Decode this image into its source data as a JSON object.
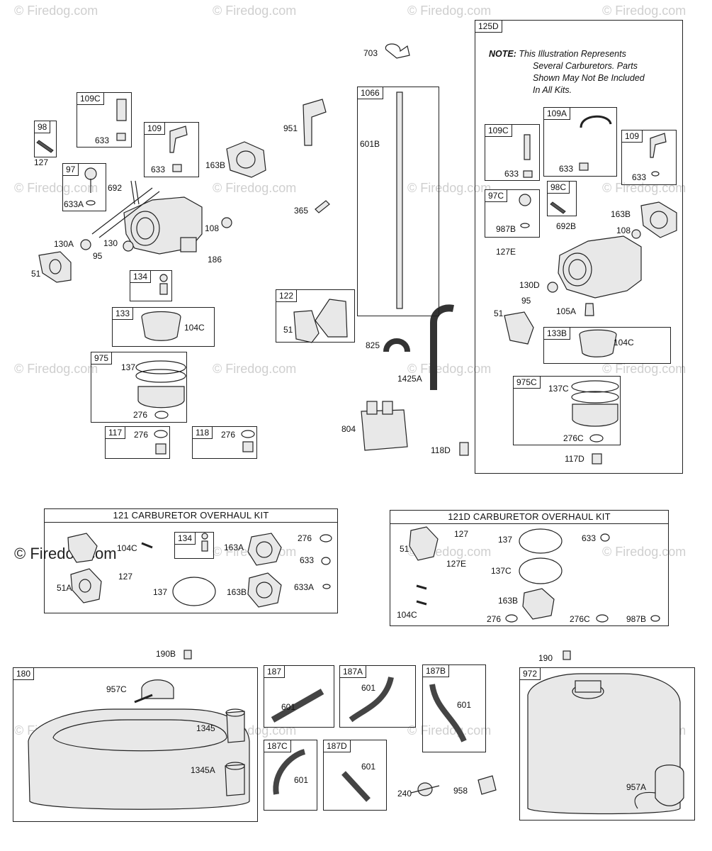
{
  "watermark": {
    "text": "© Firedog.com"
  },
  "note": {
    "prefix": "NOTE:",
    "line1": "This Illustration Represents",
    "line2": "Several Carburetors. Parts",
    "line3": "Shown May Not Be Included",
    "line4": "In All Kits."
  },
  "kits": {
    "k121": "121 CARBURETOR OVERHAUL KIT",
    "k121d": "121D CARBURETOR OVERHAUL KIT"
  },
  "boxes": {
    "b98": "98",
    "b97": "97",
    "b109c": "109C",
    "b109": "109",
    "b134": "134",
    "b133": "133",
    "b975": "975",
    "b117": "117",
    "b118": "118",
    "b122": "122",
    "b1066": "1066",
    "b125d": "125D",
    "b109c_r": "109C",
    "b109a_r": "109A",
    "b109_r": "109",
    "b97c_r": "97C",
    "b98c_r": "98C",
    "b133b_r": "133B",
    "b975c_r": "975C",
    "b134_k": "134",
    "b180": "180",
    "b187": "187",
    "b187a": "187A",
    "b187b": "187B",
    "b187c": "187C",
    "b187d": "187D",
    "b972": "972"
  },
  "labels": {
    "l127": "127",
    "l633a": "633A",
    "l692": "692",
    "l633_109c": "633",
    "l633_109": "633",
    "l163b": "163B",
    "l130a": "130A",
    "l130": "130",
    "l95": "95",
    "l108": "108",
    "l51": "51",
    "l186": "186",
    "l104c": "104C",
    "l137": "137",
    "l276": "276",
    "l276_117": "276",
    "l276_118": "276",
    "l703": "703",
    "l951": "951",
    "l601b": "601B",
    "l365": "365",
    "l51_122": "51",
    "l825": "825",
    "l1425a": "1425A",
    "l804": "804",
    "l118d": "118D",
    "r633_109c": "633",
    "r633_109a": "633",
    "r633_109": "633",
    "r987b": "987B",
    "r692b": "692B",
    "r163b": "163B",
    "r108": "108",
    "r127e": "127E",
    "r130d": "130D",
    "r95": "95",
    "r105a": "105A",
    "r51": "51",
    "r104c": "104C",
    "r137c": "137C",
    "r276c": "276C",
    "r117d": "117D",
    "k104c": "104C",
    "k163a": "163A",
    "k276": "276",
    "k633": "633",
    "k127": "127",
    "k51a": "51A",
    "k137": "137",
    "k163b": "163B",
    "k633a": "633A",
    "d51": "51",
    "d127": "127",
    "d137": "137",
    "d633": "633",
    "d127e": "127E",
    "d137c": "137C",
    "d104c": "104C",
    "d163b": "163B",
    "d276": "276",
    "d276c": "276C",
    "d987b": "987B",
    "f190b": "190B",
    "f957c": "957C",
    "f1345": "1345",
    "f1345a": "1345A",
    "f601_187": "601",
    "f601_187a": "601",
    "f601_187b": "601",
    "f601_187c": "601",
    "f601_187d": "601",
    "f240": "240",
    "f958": "958",
    "f190": "190",
    "f957a": "957A"
  }
}
